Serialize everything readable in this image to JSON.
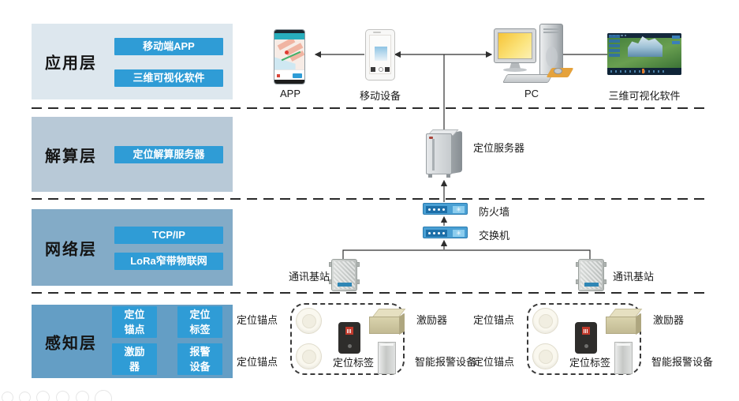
{
  "layers": [
    {
      "title": "应用层",
      "buttons": [
        "移动端APP",
        "三维可视化软件"
      ]
    },
    {
      "title": "解算层",
      "buttons": [
        "定位解算服务器"
      ]
    },
    {
      "title": "网络层",
      "buttons": [
        "TCP/IP",
        "LoRa窄带物联网"
      ]
    },
    {
      "title": "感知层",
      "buttons": [
        "定位\n锚点",
        "定位\n标签",
        "激励\n器",
        "报警\n设备"
      ]
    }
  ],
  "top_row": {
    "app_label": "APP",
    "mobile_label": "移动设备",
    "pc_label": "PC",
    "viz_label": "三维可视化软件"
  },
  "middle": {
    "server_label": "定位服务器",
    "firewall_label": "防火墙",
    "switch_label": "交换机",
    "station_left_label": "通讯基站",
    "station_right_label": "通讯基站"
  },
  "sensors": {
    "anchor_label": "定位锚点",
    "tag_label": "定位标签",
    "exciter_label": "激励器",
    "alarm_label": "智能报警设备"
  },
  "colors": {
    "panel1": "#dde7ee",
    "panel2": "#b8c9d7",
    "panel3": "#83abc7",
    "panel4": "#649ec5",
    "button": "#2f9cd6",
    "line": "#2f2f2f"
  }
}
